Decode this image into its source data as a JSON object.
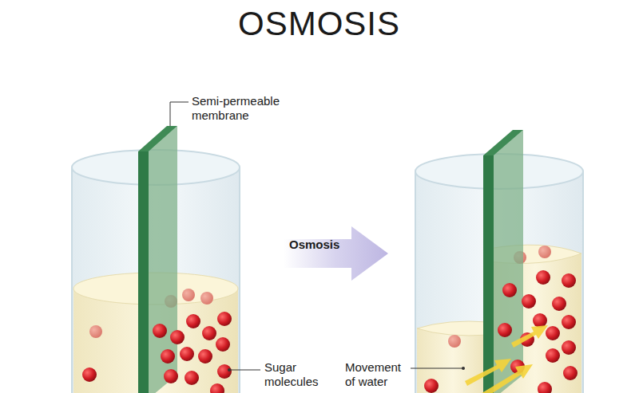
{
  "diagram": {
    "title": "OSMOSIS",
    "labels": [
      "Semi-permeable membrane",
      "Osmosis",
      "Sugar molecules",
      "Movement of water"
    ]
  }
}
